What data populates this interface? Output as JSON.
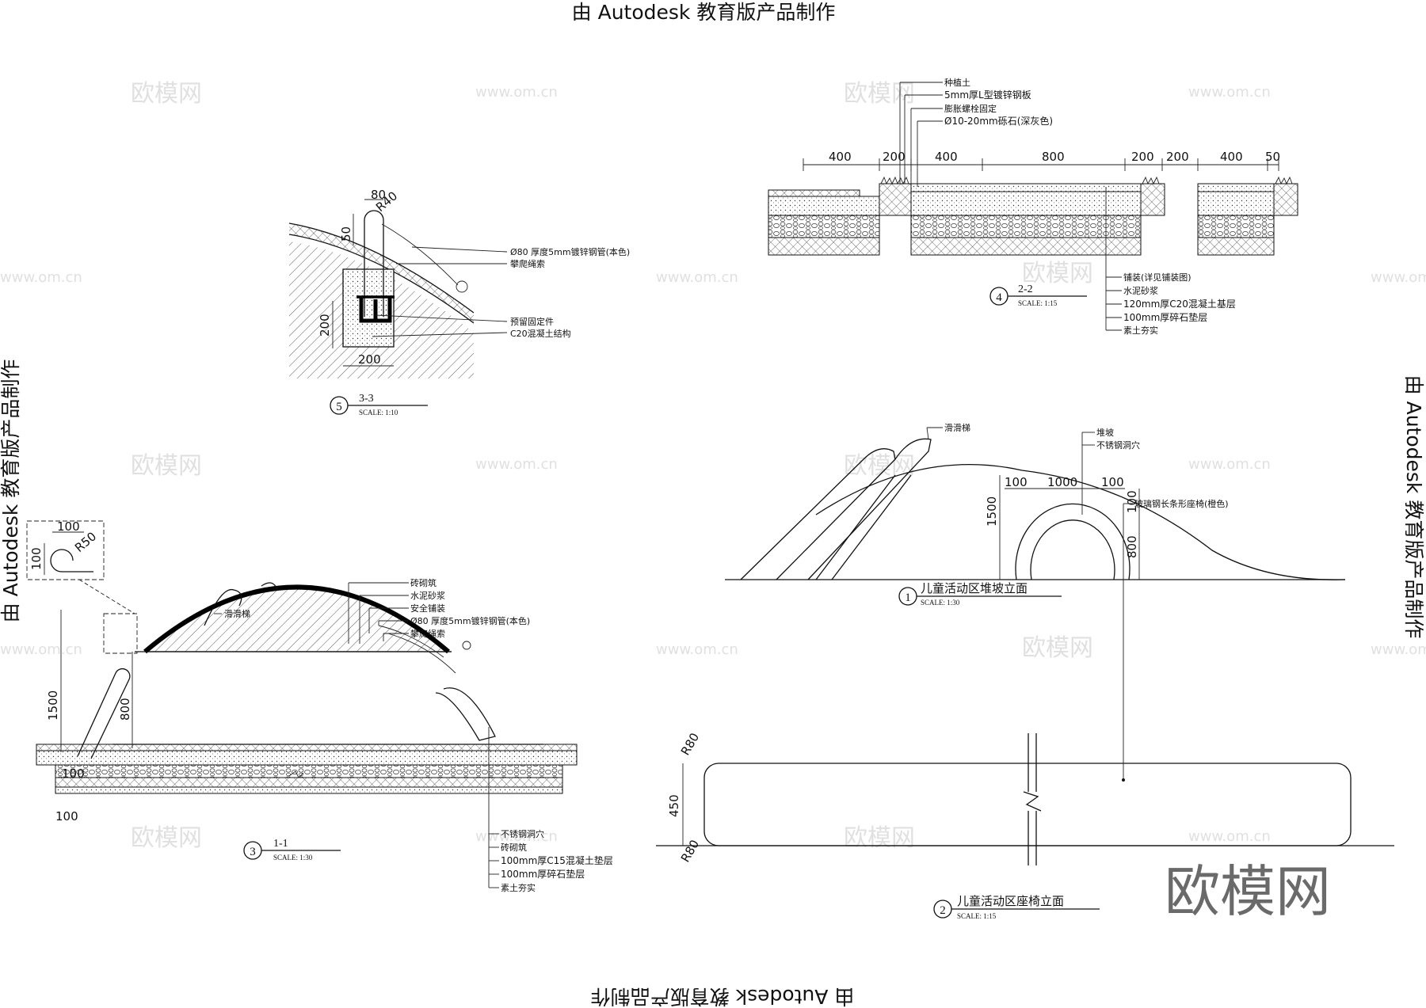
{
  "edu_stamp": "由 Autodesk 教育版产品制作",
  "watermark_site": "www.om.cn",
  "watermark_logo": "欧模网",
  "detail5": {
    "number": "5",
    "title": "3-3",
    "scale": "SCALE:   1:10",
    "dims": [
      "80",
      "R40",
      "50",
      "200",
      "200"
    ],
    "notes": [
      "Ø80 厚度5mm镀锌钢管(本色)",
      "攀爬绳索",
      "预留固定件",
      "C20混凝土结构"
    ]
  },
  "detail4": {
    "number": "4",
    "title": "2-2",
    "scale": "SCALE:   1:15",
    "dims": [
      "400",
      "200",
      "400",
      "800",
      "200",
      "200",
      "400",
      "50"
    ],
    "top_notes": [
      "种植土",
      "5mm厚L型镀锌钢板",
      "膨胀螺栓固定",
      "Ø10-20mm砾石(深灰色)"
    ],
    "bottom_notes": [
      "铺装(详见铺装图)",
      "水泥砂浆",
      "120mm厚C20混凝土基层",
      "100mm厚碎石垫层",
      "素土夯实"
    ]
  },
  "detail3": {
    "number": "3",
    "title": "1-1",
    "scale": "SCALE:   1:30",
    "dims": [
      "100",
      "R50",
      "100",
      "1500",
      "800",
      "100",
      "100"
    ],
    "top_notes": [
      "砖砌筑",
      "水泥砂浆",
      "安全铺装",
      "Ø80 厚度5mm镀锌钢管(本色)",
      "攀爬绳索"
    ],
    "left_note": "滑滑梯",
    "bottom_notes": [
      "不锈钢洞穴",
      "砖砌筑",
      "100mm厚C15混凝土垫层",
      "100mm厚碎石垫层",
      "素土夯实"
    ]
  },
  "detail1": {
    "number": "1",
    "title": "儿童活动区堆坡立面",
    "scale": "SCALE:   1:30",
    "slide_note": "滑滑梯",
    "notes": [
      "堆坡",
      "不锈钢洞穴"
    ],
    "dims": [
      "100",
      "1000",
      "100",
      "1500",
      "100",
      "800"
    ]
  },
  "detail2": {
    "number": "2",
    "title": "儿童活动区座椅立面",
    "scale": "SCALE:   1:15",
    "note": "玻璃钢长条形座椅(橙色)",
    "dims": [
      "R80",
      "450",
      "R80"
    ]
  }
}
